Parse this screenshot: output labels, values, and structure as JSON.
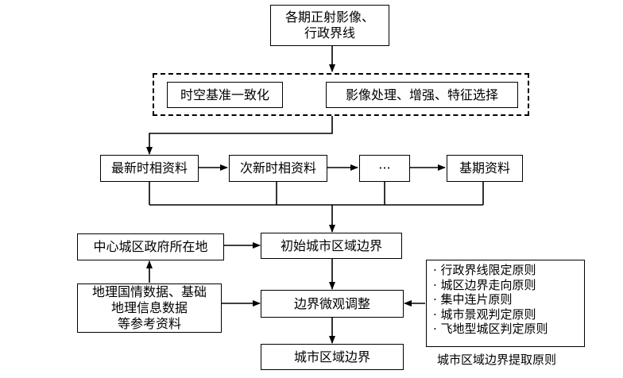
{
  "nodes": {
    "source_line1": "各期正射影像、",
    "source_line2": "行政界线",
    "spatiotemporal": "时空基准一致化",
    "image_processing": "影像处理、增强、特征选择",
    "latest": "最新时相资料",
    "second_latest": "次新时相资料",
    "ellipsis": "···",
    "base_period": "基期资料",
    "gov_location": "中心城区政府所在地",
    "initial_boundary": "初始城市区域边界",
    "ref_line1": "地理国情数据、基础",
    "ref_line2": "地理信息数据",
    "ref_line3": "等参考资料",
    "micro_adjust": "边界微观调整",
    "final_boundary": "城市区域边界"
  },
  "principles": {
    "items": [
      "· 行政界线限定原则",
      "· 城区边界走向原则",
      "· 集中连片原则",
      "· 城市景观判定原则",
      "· 飞地型城区判定原则"
    ],
    "caption": "城市区域边界提取原则"
  }
}
